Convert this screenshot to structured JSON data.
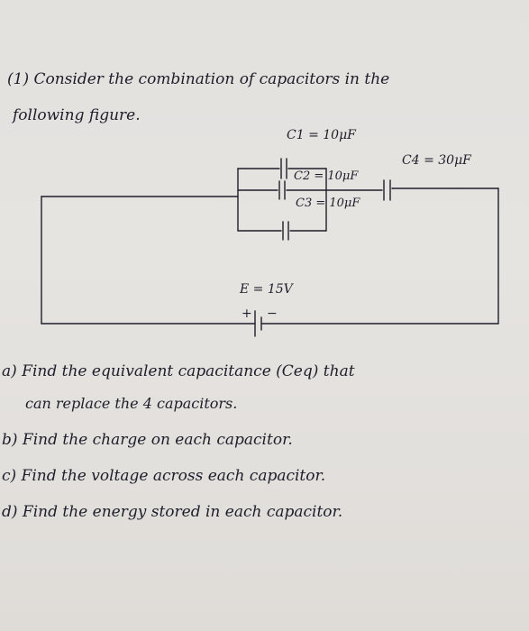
{
  "problem": {
    "intro_line1": "(1) Consider the combination of capacitors in the",
    "intro_line2": "following figure.",
    "questions": [
      "a) Find the equivalent capacitance (Ceq) that",
      "can replace the 4 capacitors.",
      "b) Find the charge on each capacitor.",
      "c) Find the voltage across each capacitor.",
      "d) Find the energy stored in each capacitor."
    ]
  },
  "circuit": {
    "c1_label": "C1 = 10μF",
    "c2_label": "C2 = 10μF",
    "c3_label": "C3 = 10μF",
    "c4_label": "C4 = 30μF",
    "emf_label": "E = 15V",
    "plus_sign": "+",
    "minus_sign": "−"
  },
  "colors": {
    "ink": "#1e1e2a",
    "paper": "#e4e2df"
  }
}
